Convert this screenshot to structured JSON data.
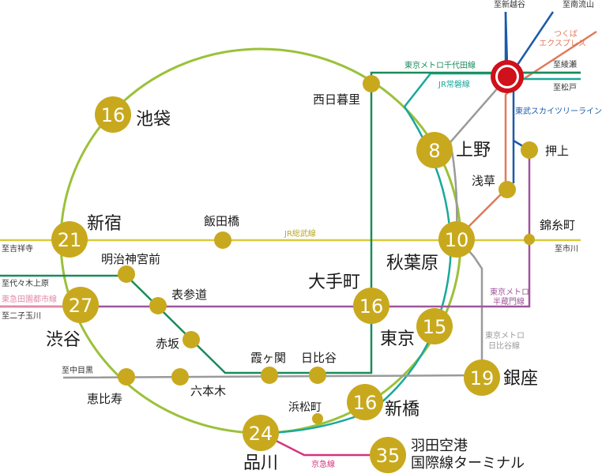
{
  "stations": {
    "ikebukuro": {
      "name": "池袋",
      "minutes": "16"
    },
    "shinjuku": {
      "name": "新宿",
      "minutes": "21"
    },
    "shibuya": {
      "name": "渋谷",
      "minutes": "27"
    },
    "shinagawa": {
      "name": "品川",
      "minutes": "24"
    },
    "shimbashi": {
      "name": "新橋",
      "minutes": "16"
    },
    "tokyo": {
      "name": "東京",
      "minutes": "15"
    },
    "akihabara": {
      "name": "秋葉原",
      "minutes": "10"
    },
    "ueno": {
      "name": "上野",
      "minutes": "8"
    },
    "ginza": {
      "name": "銀座",
      "minutes": "19"
    },
    "otemachi": {
      "name": "大手町",
      "minutes": "16"
    },
    "haneda": {
      "name_line1": "羽田空港",
      "name_line2": "国際線ターミナル",
      "minutes": "35"
    },
    "nishinippori": {
      "name": "西日暮里"
    },
    "iidabashi": {
      "name": "飯田橋"
    },
    "meijijingumae": {
      "name": "明治神宮前"
    },
    "omotesando": {
      "name": "表参道"
    },
    "akasaka": {
      "name": "赤坂"
    },
    "kasumigaseki": {
      "name": "霞ヶ関"
    },
    "hibiya": {
      "name": "日比谷"
    },
    "roppongi": {
      "name": "六本木"
    },
    "ebisu": {
      "name": "恵比寿"
    },
    "hamamatsucho": {
      "name": "浜松町"
    },
    "asakusa": {
      "name": "浅草"
    },
    "oshiage": {
      "name": "押上"
    },
    "kinshicho": {
      "name": "錦糸町"
    }
  },
  "lines": {
    "jr_sobu": "JR総武線",
    "chiyoda": "東京メトロ千代田線",
    "joban": "JR常磐線",
    "skytree": "東武スカイツリーライン",
    "tx_1": "つくば",
    "tx_2": "エクスプレス",
    "hanzomon_1": "東京メトロ",
    "hanzomon_2": "半蔵門線",
    "hibiya_1": "東京メトロ",
    "hibiya_2": "日比谷線",
    "toyoko": "東急田園都市線",
    "keikyu": "京急線"
  },
  "directions": {
    "shinkoshigaya": "至新越谷",
    "minaminagareyama": "至南流山",
    "ayase": "至綾瀬",
    "matsudo": "至松戸",
    "kichijoji": "至吉祥寺",
    "ichikawa": "至市川",
    "yoyogiuehara": "至代々木上原",
    "futakotamagawa": "至二子玉川",
    "nakameguro": "至中目黒"
  },
  "colors": {
    "yamanote": "#9bc13a",
    "station": "#c8a91e",
    "jr_sobu": "#d9c93a",
    "chiyoda": "#1a8c5a",
    "joban": "#1aa89c",
    "hibiya": "#9a9a9a",
    "hanzomon": "#a0569b",
    "toyoko": "#e08aa8",
    "keikyu": "#d6337f",
    "skytree": "#1d5aa8",
    "tsukuba": "#e07a5a",
    "home": "#d0101a"
  }
}
